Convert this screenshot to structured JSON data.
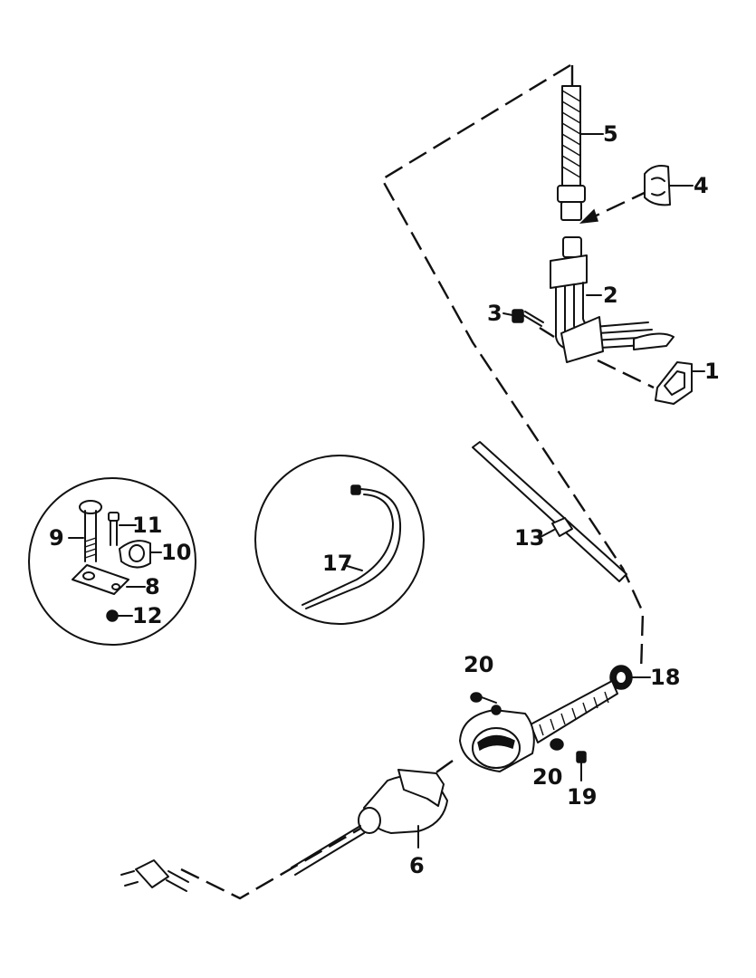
{
  "labels": {
    "p1": "1",
    "p2": "2",
    "p3": "3",
    "p4": "4",
    "p5": "5",
    "p6": "6",
    "p8": "8",
    "p9": "9",
    "p10": "10",
    "p11": "11",
    "p12": "12",
    "p13": "13",
    "p17": "17",
    "p18": "18",
    "p19": "19",
    "p20a": "20",
    "p20b": "20"
  }
}
